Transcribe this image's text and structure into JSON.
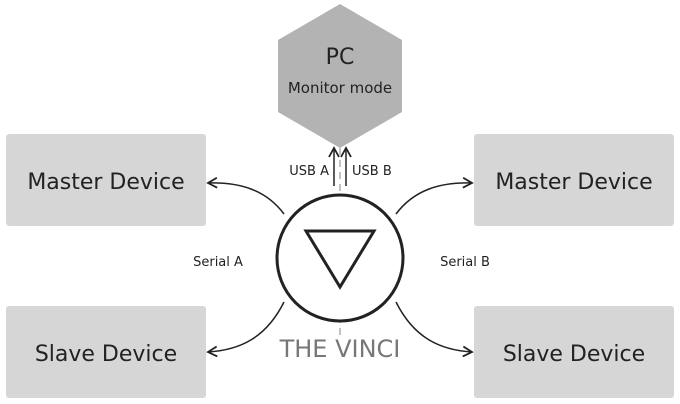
{
  "pc": {
    "title": "PC",
    "subtitle": "Monitor mode"
  },
  "devices": {
    "master_left": "Master Device",
    "master_right": "Master Device",
    "slave_left": "Slave Device",
    "slave_right": "Slave Device"
  },
  "links": {
    "usb_a": "USB A",
    "usb_b": "USB B",
    "serial_a": "Serial A",
    "serial_b": "Serial B"
  },
  "center": {
    "name": "THE VINCI",
    "logo_icon": "triangle-down-icon"
  },
  "colors": {
    "box_fill": "#d6d6d6",
    "line": "#222222",
    "text": "#222222"
  }
}
